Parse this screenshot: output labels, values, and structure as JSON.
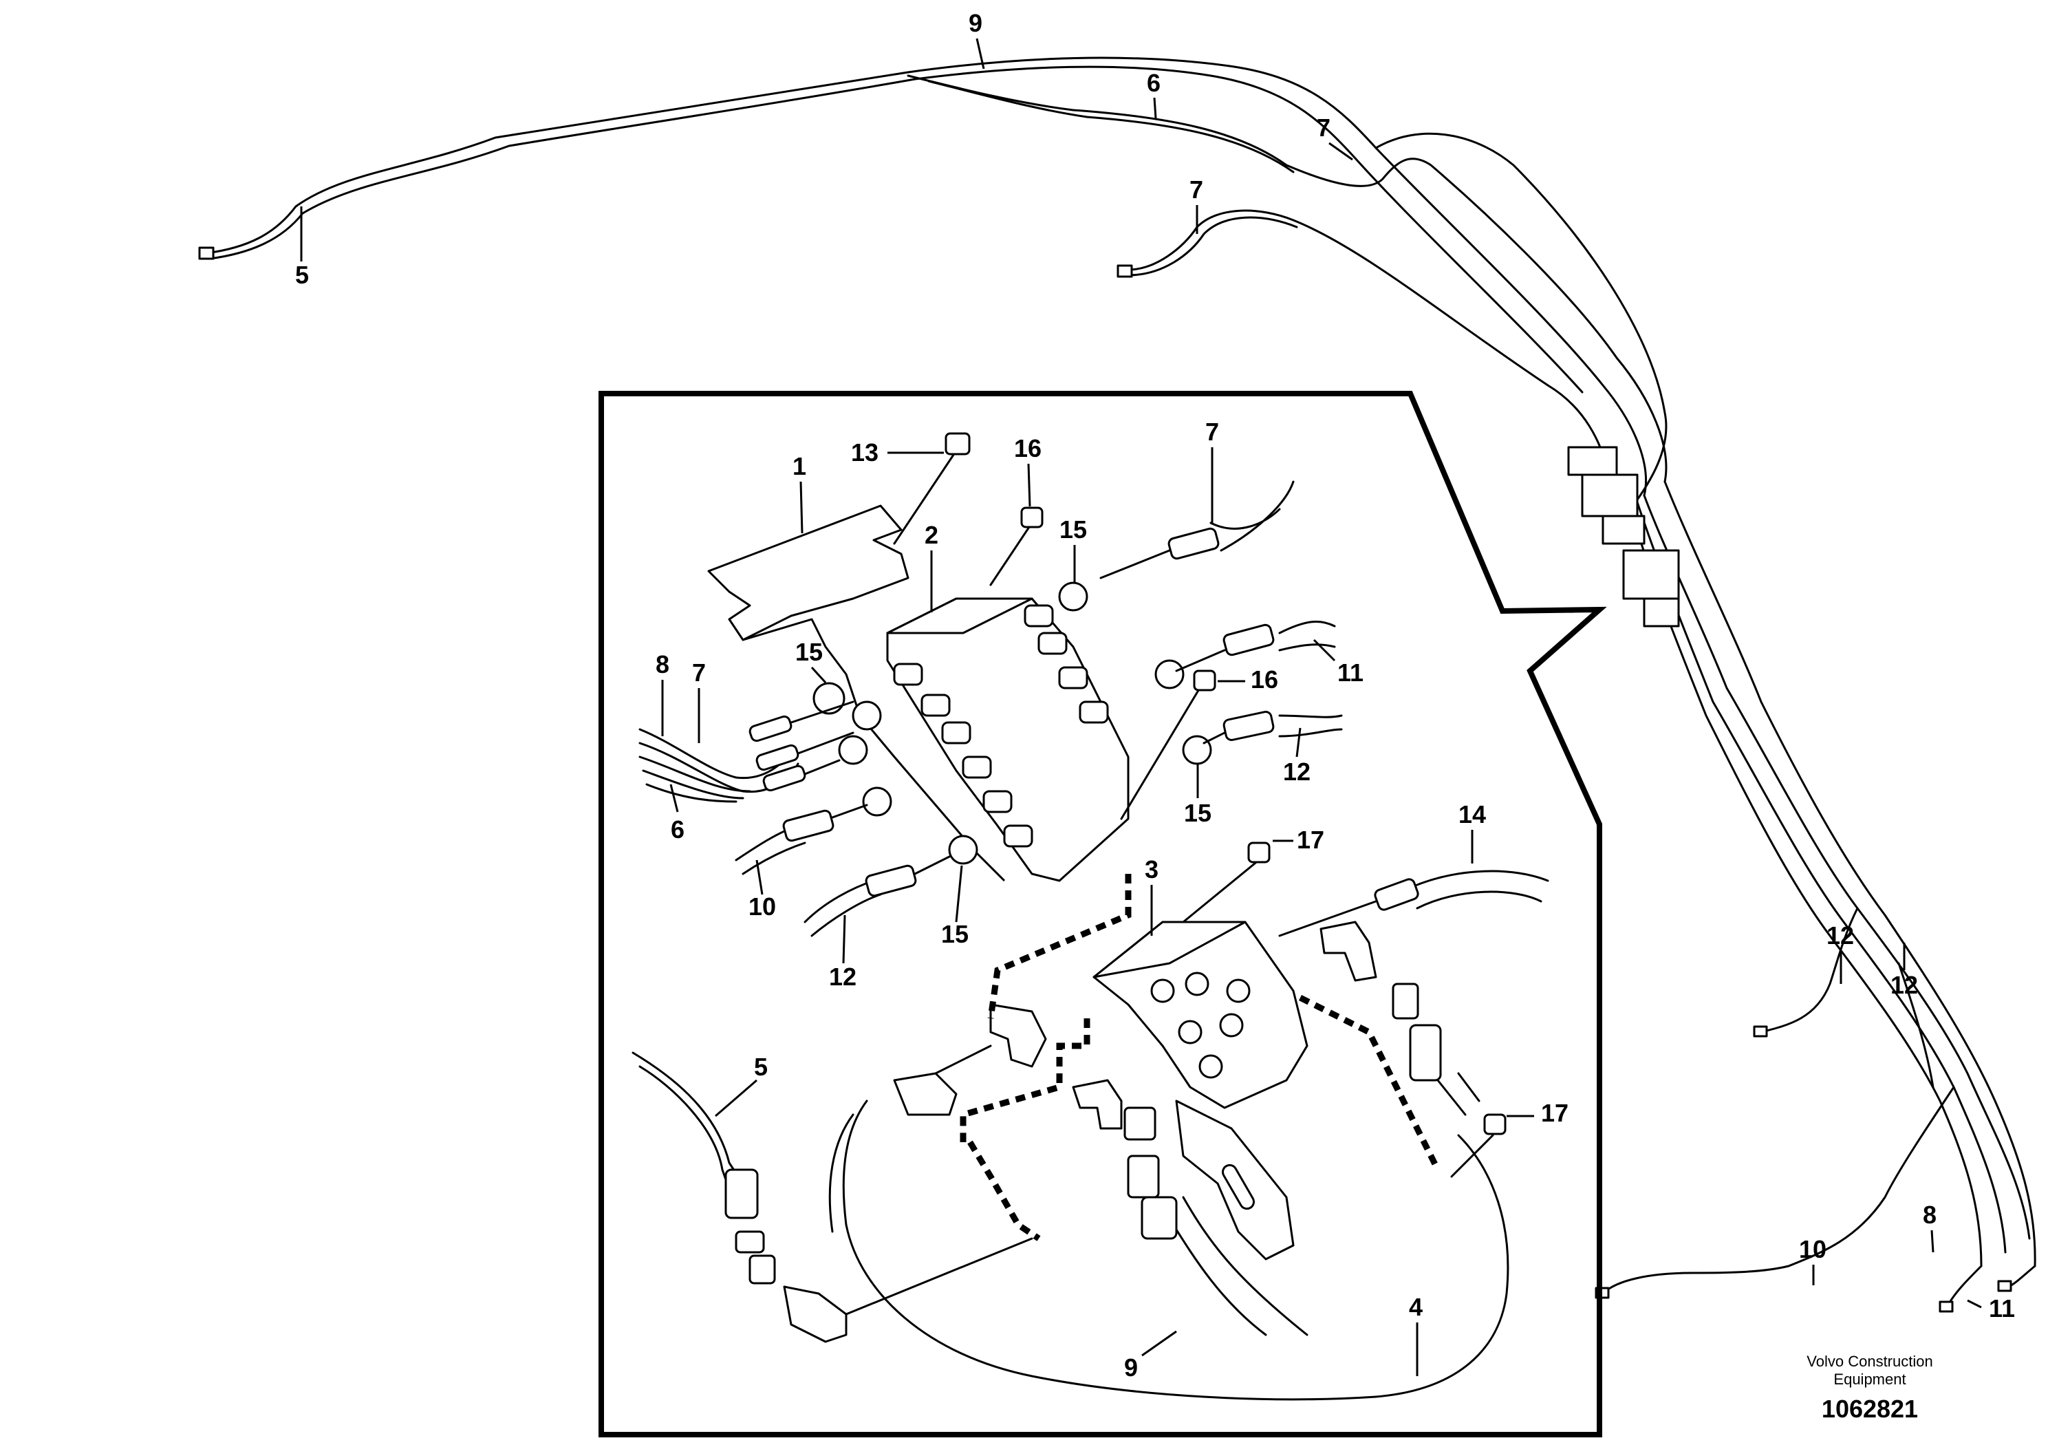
{
  "labels": {
    "top": [
      "9",
      "6",
      "7",
      "7",
      "5"
    ],
    "detail": {
      "l1": "1",
      "l2": "2",
      "l3": "3",
      "l4": "4",
      "l5": "5",
      "l6": "6",
      "l7a": "7",
      "l7b": "7",
      "l8": "8",
      "l9": "9",
      "l10": "10",
      "l11": "11",
      "l12a": "12",
      "l12b": "12",
      "l13": "13",
      "l14": "14",
      "l15a": "15",
      "l15b": "15",
      "l15c": "15",
      "l15d": "15",
      "l16a": "16",
      "l16b": "16",
      "l17a": "17",
      "l17b": "17"
    },
    "right": [
      "12",
      "12",
      "8",
      "10",
      "11"
    ]
  },
  "footer": {
    "brand_line1": "Volvo Construction",
    "brand_line2": "Equipment",
    "ref_number": "1062821"
  }
}
